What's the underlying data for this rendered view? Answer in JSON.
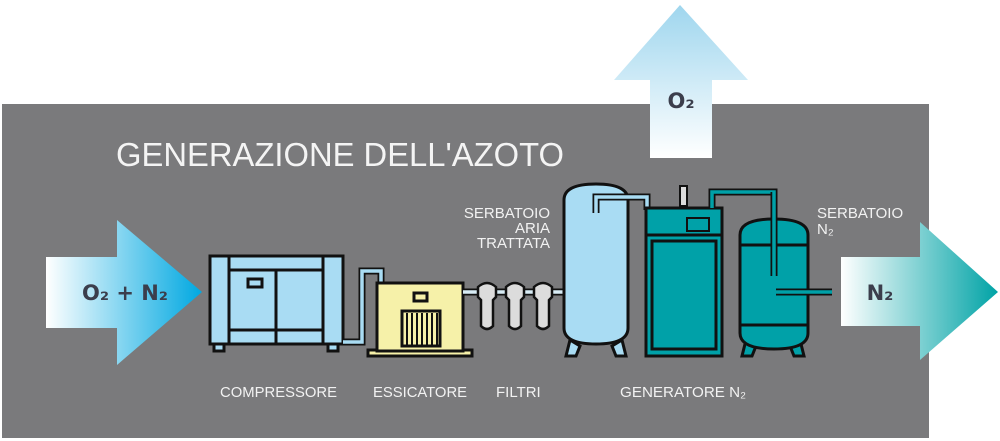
{
  "title": "GENERAZIONE DELL'AZOTO",
  "arrows": {
    "input": "O₂ + N₂",
    "oxygen_out": "O₂",
    "nitrogen_out": "N₂"
  },
  "labels": {
    "compressor": "COMPRESSORE",
    "dryer": "ESSICATORE",
    "filters": "FILTRI",
    "generator": "GENERATORE N₂",
    "air_tank": [
      "SERBATOIO",
      "ARIA",
      "TRATTATA"
    ],
    "n2_tank": [
      "SERBATOIO",
      "N₂"
    ]
  },
  "colors": {
    "panel": "#7a7a7c",
    "light_blue": "#a9dcf3",
    "teal": "#00a1a8",
    "yellow": "#f6f1a9",
    "input_arrow": "#00a8e1",
    "output_arrow": "#00a3a6"
  }
}
